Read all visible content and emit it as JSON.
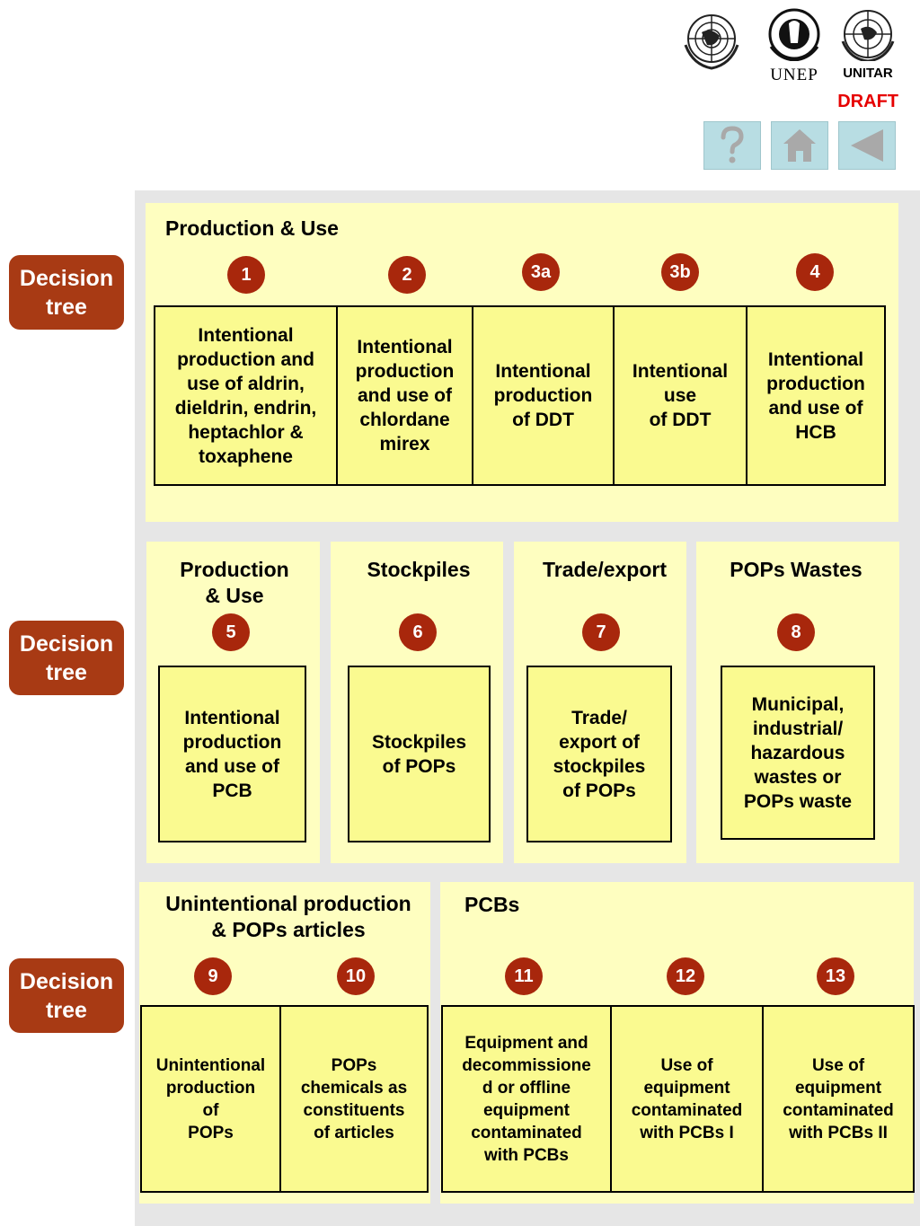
{
  "header": {
    "logos": [
      {
        "name": "un-emblem",
        "label": ""
      },
      {
        "name": "unep-logo",
        "label": "UNEP"
      },
      {
        "name": "unitar-logo",
        "label": "UNITAR"
      }
    ],
    "status": "DRAFT",
    "nav": [
      {
        "name": "help-button",
        "icon": "question-mark-icon"
      },
      {
        "name": "home-button",
        "icon": "house-icon"
      },
      {
        "name": "back-button",
        "icon": "left-triangle-icon"
      }
    ]
  },
  "decision_tree_label": "Decision\ntree",
  "colors": {
    "section_bg": "#fefec0",
    "box_fill": "#fafa90",
    "badge": "#a8270c",
    "decision_button": "#a83a14",
    "panel_bg": "#e6e6e6",
    "nav_button": "#b8dde3",
    "draft": "#e60000"
  },
  "row1": {
    "title": "Production & Use",
    "items": [
      {
        "num": "1",
        "label": "Intentional\nproduction and\nuse of aldrin,\ndieldrin, endrin,\nheptachlor &\ntoxaphene"
      },
      {
        "num": "2",
        "label": "Intentional\nproduction\nand use of\nchlordane\nmirex"
      },
      {
        "num": "3a",
        "label": "Intentional\nproduction\nof DDT"
      },
      {
        "num": "3b",
        "label": "Intentional\nuse\nof DDT"
      },
      {
        "num": "4",
        "label": "Intentional\nproduction\nand use of\nHCB"
      }
    ]
  },
  "row2": [
    {
      "title": "Production\n& Use",
      "num": "5",
      "label": "Intentional\nproduction\nand use of\nPCB"
    },
    {
      "title": "Stockpiles",
      "num": "6",
      "label": "Stockpiles\nof POPs"
    },
    {
      "title": "Trade/export",
      "num": "7",
      "label": "Trade/\nexport of\nstockpiles\nof POPs"
    },
    {
      "title": "POPs Wastes",
      "num": "8",
      "label": "Municipal,\nindustrial/\nhazardous\nwastes or\nPOPs waste"
    }
  ],
  "row3": {
    "left": {
      "title": "Unintentional production\n& POPs articles",
      "items": [
        {
          "num": "9",
          "label": "Unintentional\nproduction\nof\nPOPs"
        },
        {
          "num": "10",
          "label": "POPs\nchemicals as\nconstituents\nof articles"
        }
      ]
    },
    "right": {
      "title": "PCBs",
      "items": [
        {
          "num": "11",
          "label": "Equipment and\ndecommissione\nd or offline\nequipment\ncontaminated\nwith PCBs"
        },
        {
          "num": "12",
          "label": "Use of\nequipment\ncontaminated\nwith PCBs I"
        },
        {
          "num": "13",
          "label": "Use of\nequipment\ncontaminated\nwith PCBs II"
        }
      ]
    }
  }
}
